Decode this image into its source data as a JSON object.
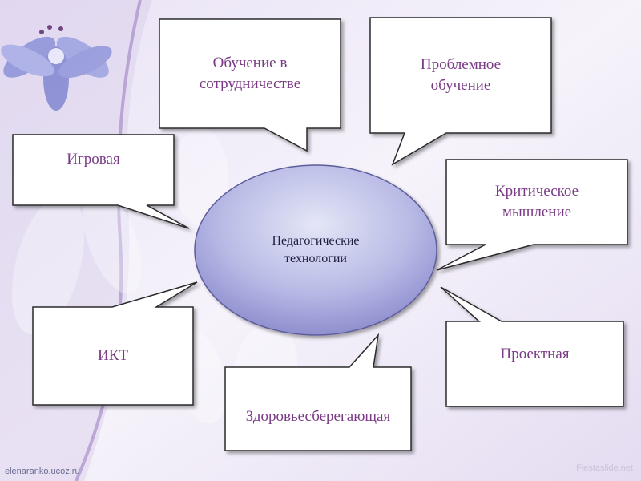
{
  "diagram": {
    "center": {
      "text": "Педагогические\nтехнологии"
    },
    "nodes": [
      {
        "id": "cooperation",
        "text": "Обучение в\nсотрудничестве"
      },
      {
        "id": "problem",
        "text": "Проблемное\nобучение"
      },
      {
        "id": "game",
        "text": "Игровая"
      },
      {
        "id": "critical",
        "text": "Критическое\nмышление"
      },
      {
        "id": "ict",
        "text": "ИКТ"
      },
      {
        "id": "health",
        "text": "Здоровьесберегающая"
      },
      {
        "id": "project",
        "text": "Проектная"
      }
    ]
  },
  "footer": {
    "source": "elenaranko.ucoz.ru",
    "watermark": "Fiestaslide.net"
  },
  "colors": {
    "node_text": "#7a3a86",
    "center_text": "#1e1e40",
    "callout_fill": "#ffffff",
    "callout_stroke": "#2a2a2a",
    "ellipse_light": "#e4e6f7",
    "ellipse_dark": "#8f8fcf"
  }
}
